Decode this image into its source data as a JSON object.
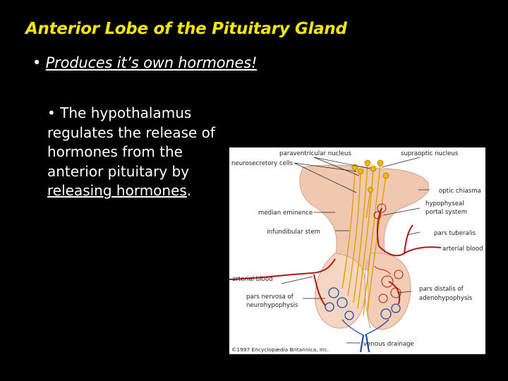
{
  "slide": {
    "title": "Anterior Lobe of the Pituitary Gland",
    "bullet1": {
      "marker": "•",
      "text": "Produces it’s own hormones!"
    },
    "bullet2": {
      "marker": "•",
      "text_before": "The hypothalamus regulates the release of hormones from the anterior pituitary by ",
      "underlined": "releasing hormones",
      "text_after": "."
    }
  },
  "figure": {
    "labels": {
      "paraventricular": "paraventricular nucleus",
      "supraoptic": "supraoptic nucleus",
      "neurosecretory": "neurosecretory cells",
      "optic_chiasma": "optic chiasma",
      "hypophyseal_1": "hypophyseal",
      "hypophyseal_2": "portal system",
      "median_eminence": "median eminence",
      "infundibular_stem": "infundibular stem",
      "pars_tuberalis": "pars tuberalis",
      "arterial_blood_right": "arterial blood",
      "arterial_blood_left": "arterial blood",
      "pars_nervosa_1": "pars nervosa of",
      "pars_nervosa_2": "neurohypophysis",
      "pars_distalis_1": "pars distalis of",
      "pars_distalis_2": "adenohypophysis",
      "venous_drainage": "venous drainage",
      "copyright": "©1997 Encyclopædia Britannica, Inc."
    },
    "colors": {
      "tissue": "#f0c8b0",
      "tissue_edge": "#d8a890",
      "artery": "#b01818",
      "vein": "#1c4aa8",
      "neuron": "#e0a000",
      "leader": "#222222"
    }
  }
}
